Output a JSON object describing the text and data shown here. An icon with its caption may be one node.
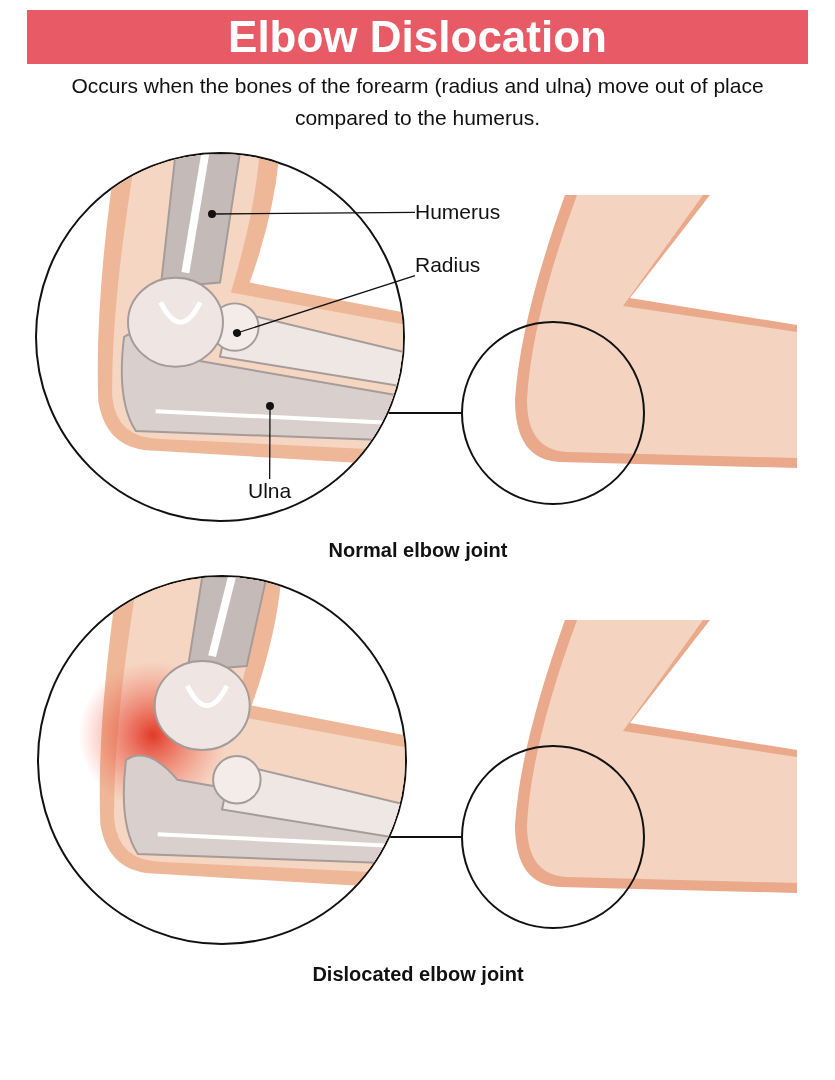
{
  "diagram": {
    "title": "Elbow Dislocation",
    "nodes": [
      {
        "text": [],
        "shape": "circle"
      },
      {
        "text": [
          "Humerus"
        ]
      },
      {
        "text": [
          "Radius"
        ]
      },
      {
        "text": [],
        "shape": "circle"
      },
      {
        "text": [
          "Ulna"
        ],
        "in": 0
      },
      {
        "text": [],
        "shape": "circle"
      },
      {
        "text": [],
        "shape": "circle"
      }
    ],
    "edges": [
      {
        "from": 1,
        "to": null,
        "arrow": "other"
      },
      {
        "from": 2,
        "to": null,
        "arrow": "other"
      },
      {
        "from": 4,
        "to": null,
        "arrow": "other"
      },
      {
        "from": 0,
        "to": 3,
        "arrow": "none"
      },
      {
        "from": 5,
        "to": 6,
        "arrow": "none"
      }
    ],
    "labels": [
      "Occurs when the bones of the forearm (radius and ulna) move out of place compared to the humerus.",
      "Normal elbow joint",
      "Dislocated elbow joint"
    ]
  }
}
